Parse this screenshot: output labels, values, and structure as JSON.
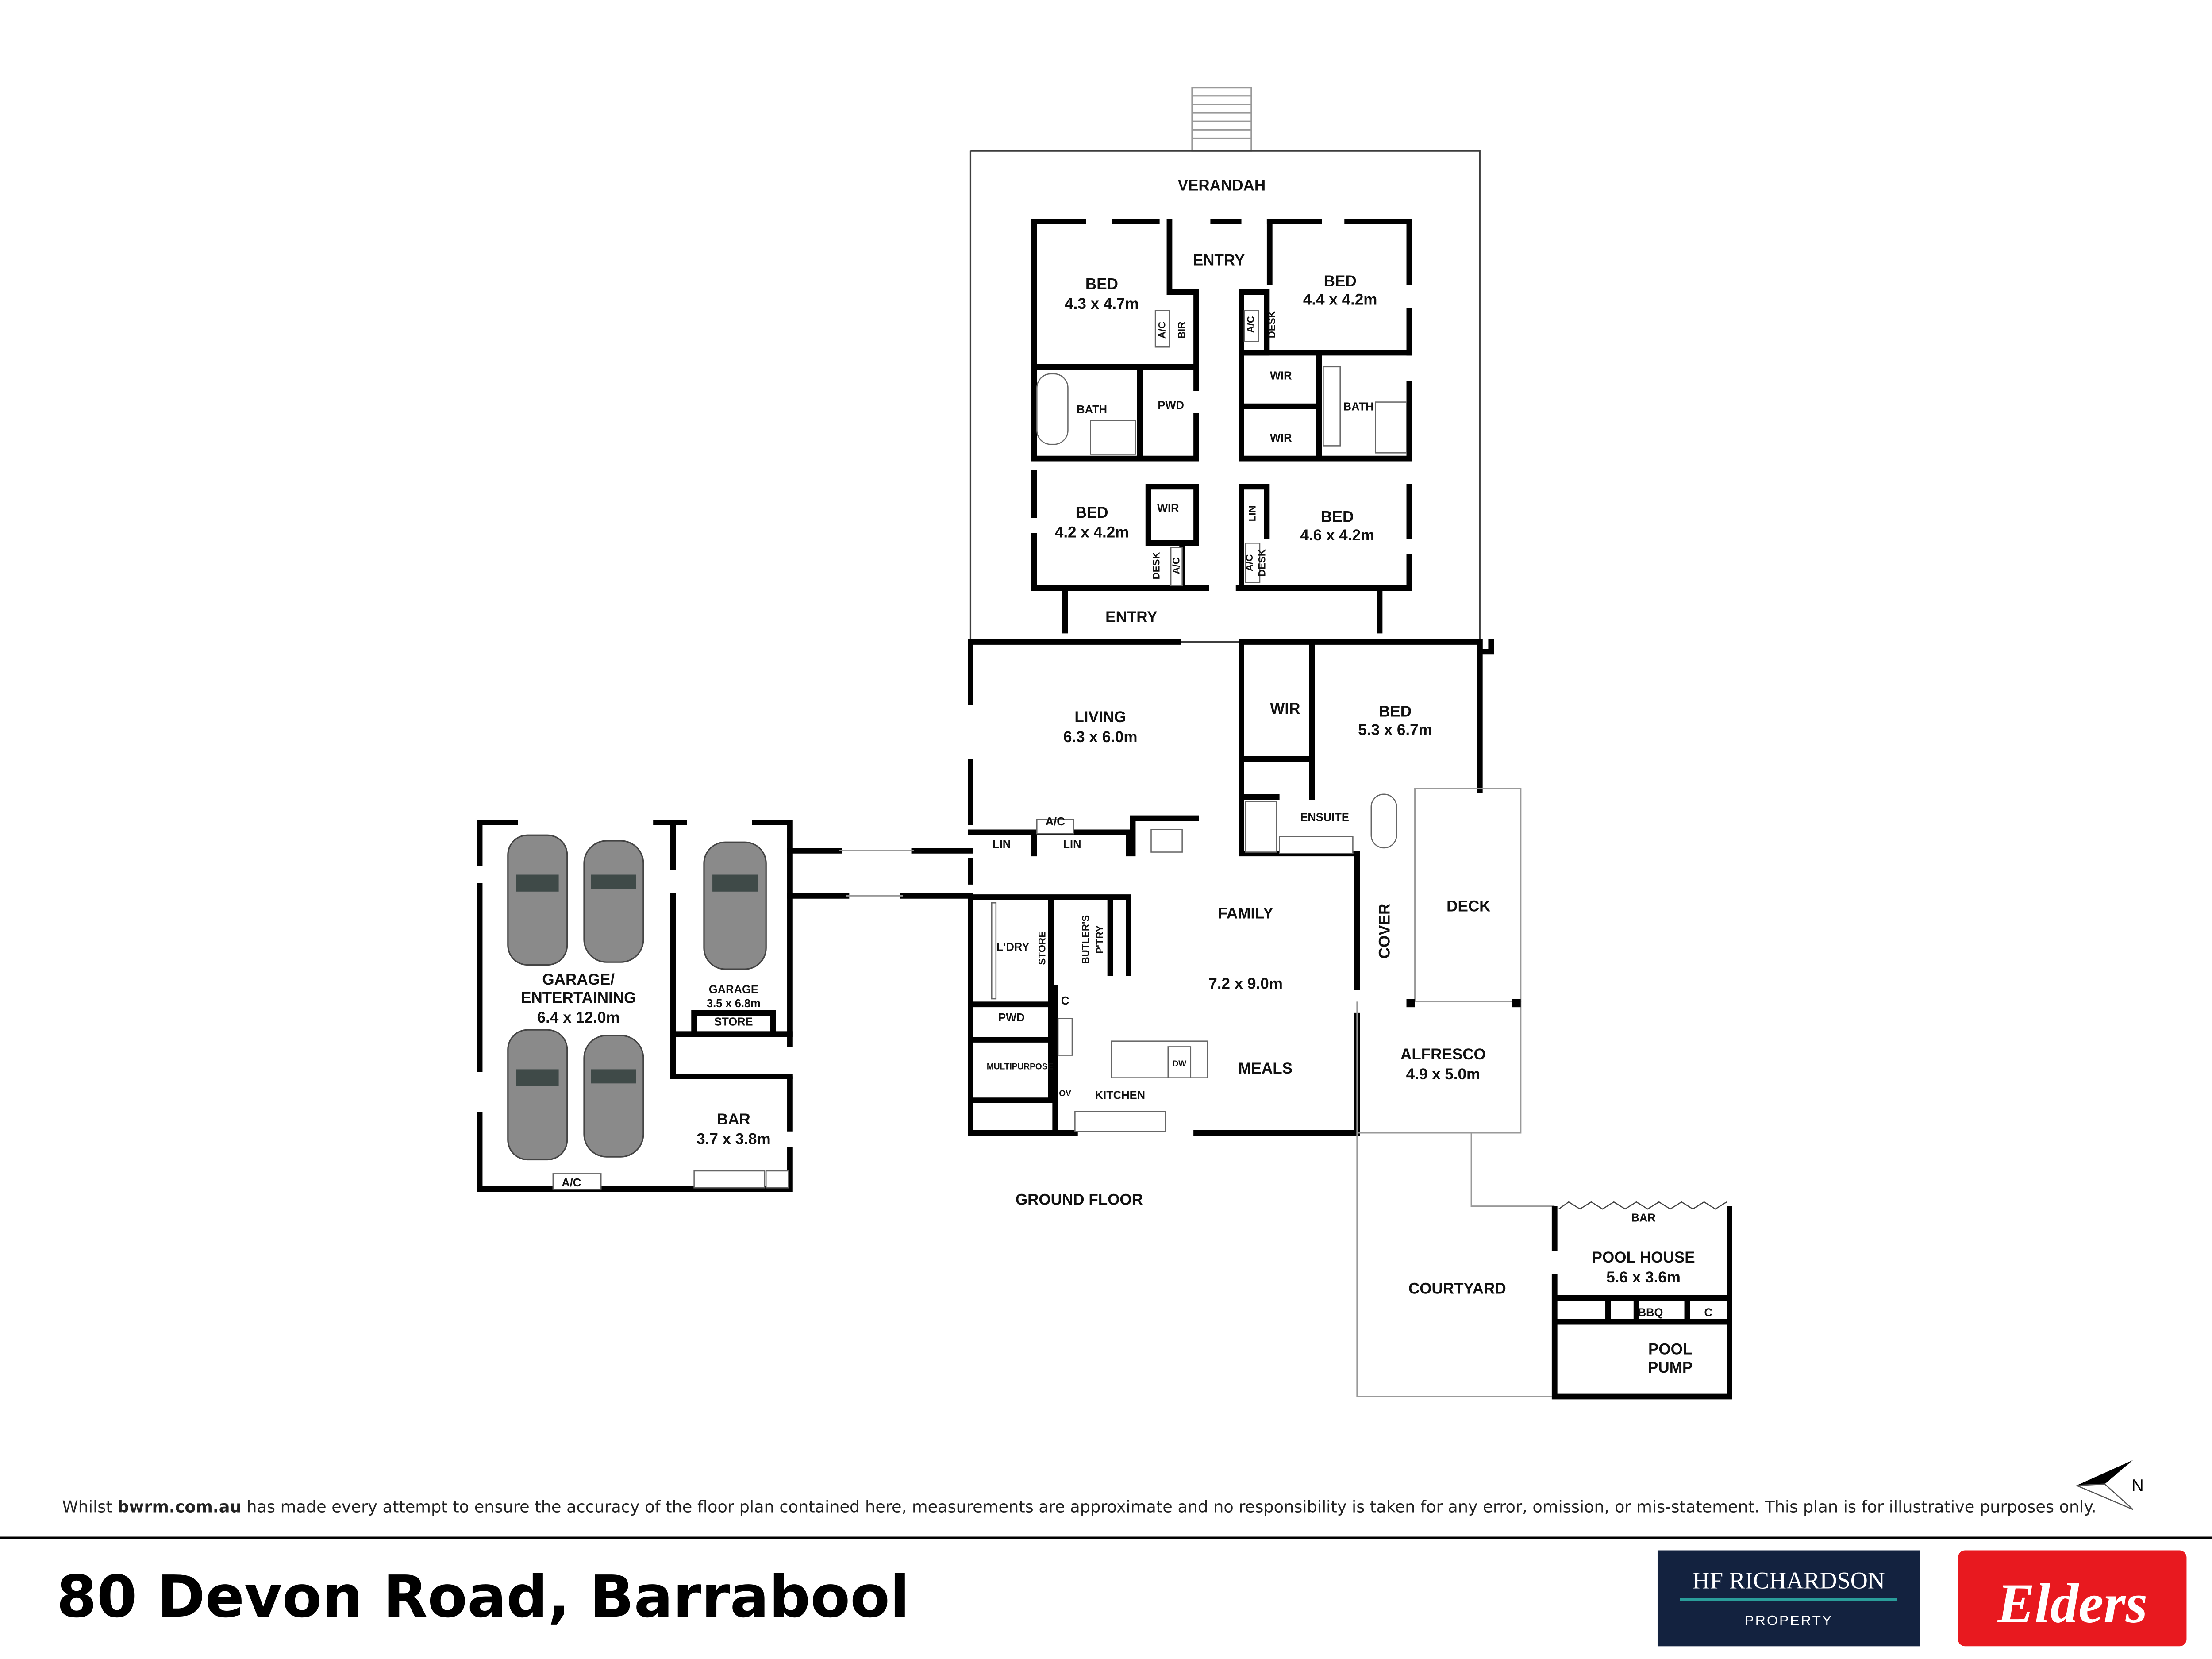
{
  "plan": {
    "level": "GROUND FLOOR",
    "rooms": {
      "verandah": "VERANDAH",
      "entry_front": "ENTRY",
      "entry_rear": "ENTRY",
      "bed1": {
        "name": "BED",
        "size": "4.3 x 4.7m"
      },
      "bed2": {
        "name": "BED",
        "size": "4.4 x 4.2m"
      },
      "bed3": {
        "name": "BED",
        "size": "4.2 x 4.2m"
      },
      "bed4": {
        "name": "BED",
        "size": "4.6 x 4.2m"
      },
      "master": {
        "name": "BED",
        "size": "5.3 x 6.7m"
      },
      "bath1": "BATH",
      "bath2": "BATH",
      "pwd1": "PWD",
      "pwd2": "PWD",
      "wir1": "WIR",
      "wir2": "WIR",
      "wir3": "WIR",
      "wir_master": "WIR",
      "bir": "BIR",
      "ac": "A/C",
      "desk": "DESK",
      "lin": "LIN",
      "ensuite": "ENSUITE",
      "living": {
        "name": "LIVING",
        "size": "6.3 x 6.0m"
      },
      "family": {
        "name": "FAMILY",
        "size": "7.2 x 9.0m"
      },
      "meals": "MEALS",
      "kitchen": "KITCHEN",
      "laundry": "L'DRY",
      "store": "STORE",
      "butlers": [
        "BUTLER'S",
        "P'TRY"
      ],
      "cupboard": "C",
      "multipurpose": "MULTIPURPOSE",
      "oven": "OV",
      "dishwasher": "DW",
      "cover": "COVER",
      "deck": "DECK",
      "alfresco": {
        "name": "ALFRESCO",
        "size": "4.9 x 5.0m"
      },
      "courtyard": "COURTYARD",
      "pool_house": {
        "name": "POOL HOUSE",
        "size": "5.6 x 3.6m"
      },
      "pool_bar": "BAR",
      "bbq": "BBQ",
      "pool_pump": [
        "POOL",
        "PUMP"
      ],
      "garage_ent": {
        "name": [
          "GARAGE/",
          "ENTERTAINING"
        ],
        "size": "6.4 x 12.0m"
      },
      "garage": {
        "name": "GARAGE",
        "size": "3.5 x 6.8m"
      },
      "garage_store": "STORE",
      "bar": {
        "name": "BAR",
        "size": "3.7 x 3.8m"
      }
    },
    "compass": "N"
  },
  "disclaimer": {
    "prefix": "Whilst ",
    "site": "bwrm.com.au",
    "text": " has made every attempt to ensure the accuracy of the floor plan contained here, measurements are approximate and no responsibility is taken for any error, omission, or mis-statement. This plan is for illustrative purposes only."
  },
  "footer": {
    "address": "80 Devon Road, Barrabool",
    "logo_hf": {
      "line1": "HF RICHARDSON",
      "line2": "PROPERTY",
      "bg": "#13223f",
      "accent": "#2a9d9a"
    },
    "logo_elders": {
      "text": "Elders",
      "bg": "#e8191f"
    }
  }
}
